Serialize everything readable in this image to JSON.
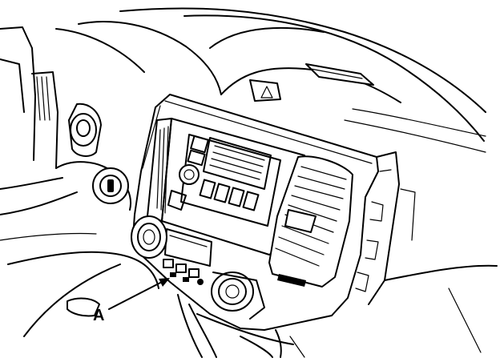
{
  "callouts": [
    {
      "id": "A",
      "label": "A",
      "target": "center-console-panel"
    }
  ]
}
